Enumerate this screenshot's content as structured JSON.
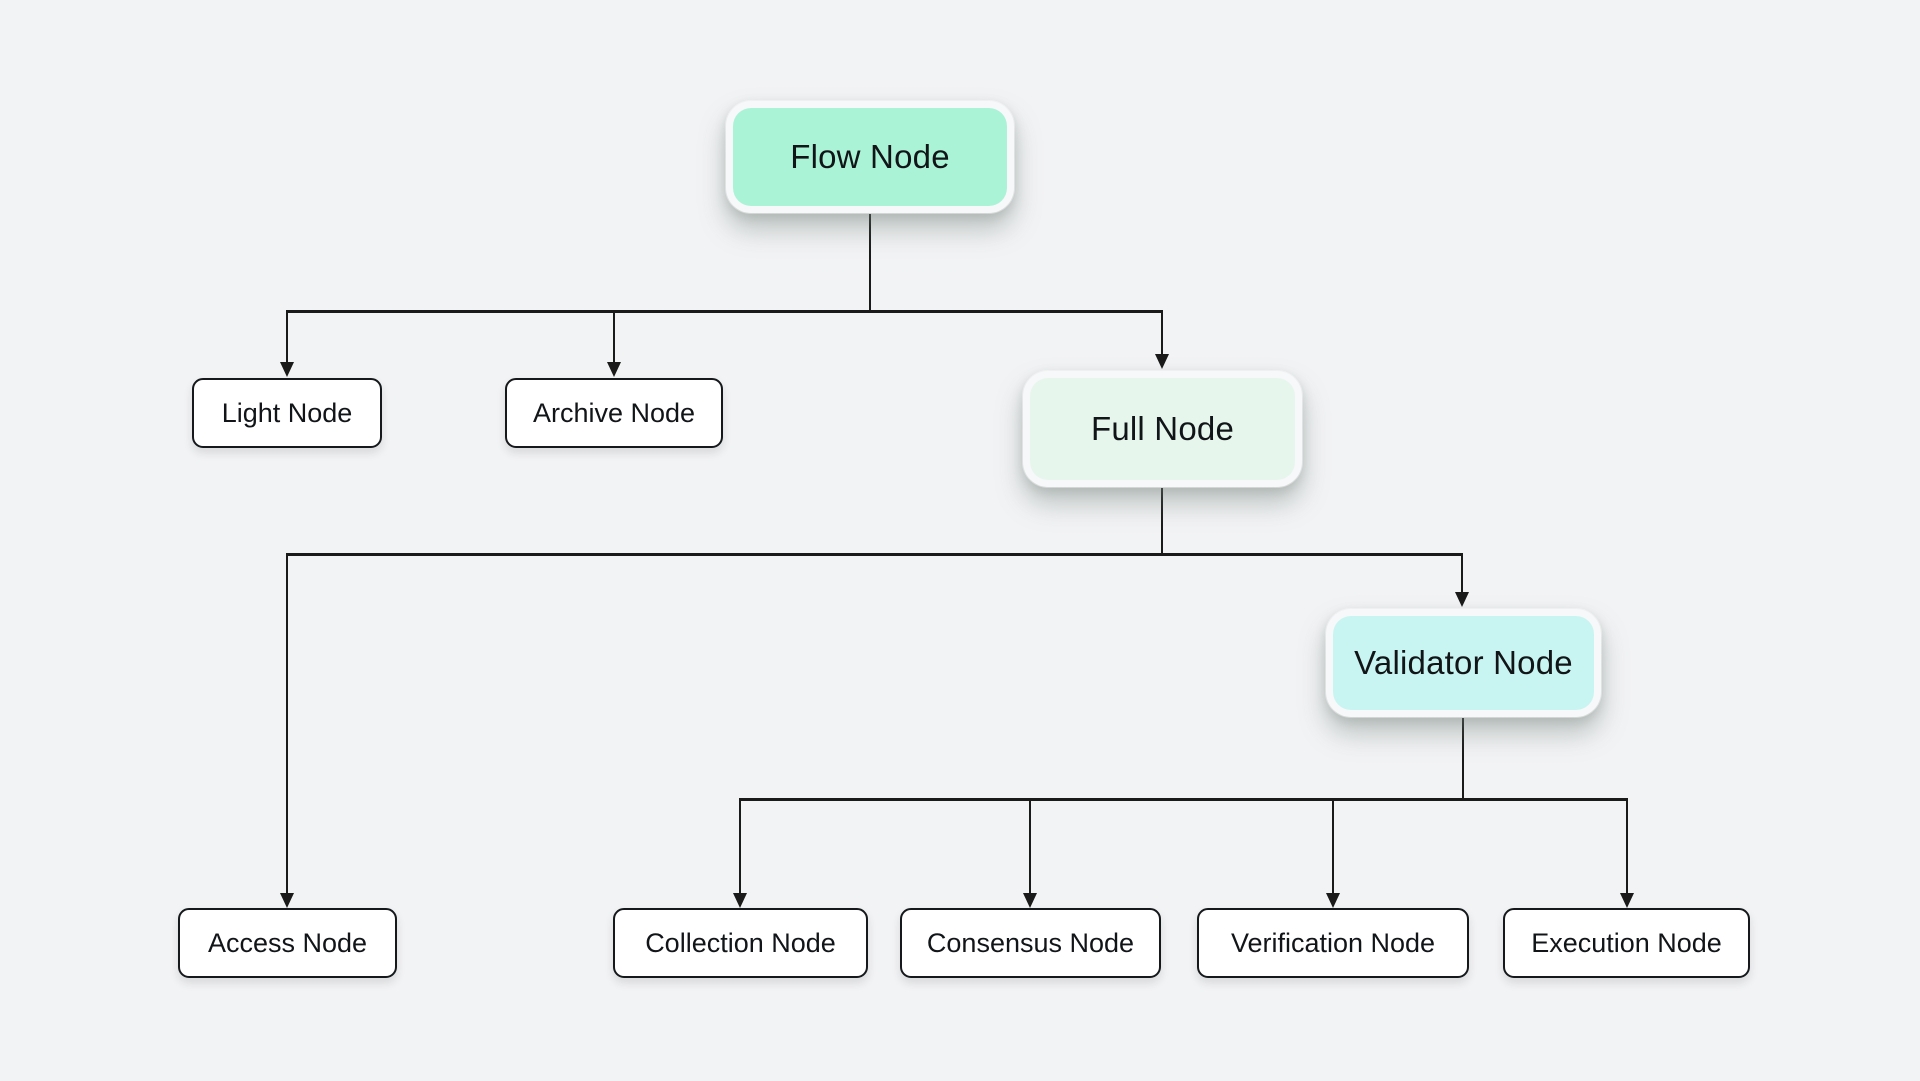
{
  "canvas": {
    "background_color": "#f2f3f5",
    "connector_color": "#1a1a1a",
    "text_color": "#121518"
  },
  "diagram": {
    "type": "tree",
    "nodes": [
      {
        "id": "flow-node",
        "label": "Flow Node",
        "fill": "#abf3d6",
        "parent": null
      },
      {
        "id": "light-node",
        "label": "Light Node",
        "fill": "#ffffff",
        "parent": "flow-node"
      },
      {
        "id": "archive-node",
        "label": "Archive Node",
        "fill": "#ffffff",
        "parent": "flow-node"
      },
      {
        "id": "full-node",
        "label": "Full Node",
        "fill": "#e7f6ed",
        "parent": "flow-node"
      },
      {
        "id": "access-node",
        "label": "Access Node",
        "fill": "#ffffff",
        "parent": "full-node"
      },
      {
        "id": "validator-node",
        "label": "Validator Node",
        "fill": "#c8f5f1",
        "parent": "full-node"
      },
      {
        "id": "collection-node",
        "label": "Collection Node",
        "fill": "#ffffff",
        "parent": "validator-node"
      },
      {
        "id": "consensus-node",
        "label": "Consensus Node",
        "fill": "#ffffff",
        "parent": "validator-node"
      },
      {
        "id": "verification-node",
        "label": "Verification Node",
        "fill": "#ffffff",
        "parent": "validator-node"
      },
      {
        "id": "execution-node",
        "label": "Execution Node",
        "fill": "#ffffff",
        "parent": "validator-node"
      }
    ],
    "edges": [
      [
        "flow-node",
        "light-node"
      ],
      [
        "flow-node",
        "archive-node"
      ],
      [
        "flow-node",
        "full-node"
      ],
      [
        "full-node",
        "access-node"
      ],
      [
        "full-node",
        "validator-node"
      ],
      [
        "validator-node",
        "collection-node"
      ],
      [
        "validator-node",
        "consensus-node"
      ],
      [
        "validator-node",
        "verification-node"
      ],
      [
        "validator-node",
        "execution-node"
      ]
    ]
  }
}
